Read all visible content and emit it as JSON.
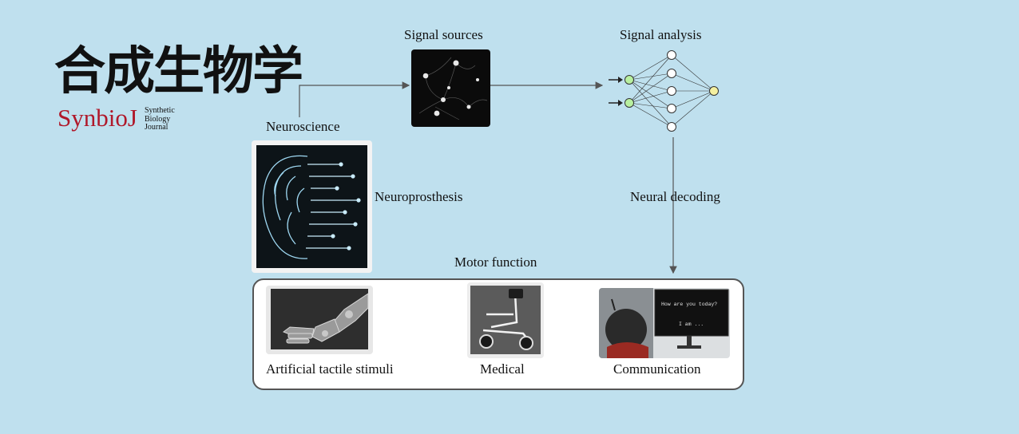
{
  "logo": {
    "chinese": "合成生物学",
    "english": "SynbioJ",
    "subtitle_lines": [
      "Synthetic",
      "Biology",
      "Journal"
    ]
  },
  "labels": {
    "signal_sources": "Signal sources",
    "signal_analysis": "Signal analysis",
    "neuroscience": "Neuroscience",
    "neuroprosthesis": "Neuroprosthesis",
    "neural_decoding": "Neural decoding",
    "motor_function": "Motor function"
  },
  "applications": [
    {
      "label": "Artificial tactile stimuli",
      "icon": "robotic-arm-image"
    },
    {
      "label": "Medical",
      "icon": "wheelchair-image"
    },
    {
      "label": "Communication",
      "icon": "patient-monitor-image"
    }
  ],
  "screen": {
    "line1": "How are you today?",
    "line2": "I am ..."
  },
  "colors": {
    "background": "#bfe0ee",
    "logo_red": "#b0182a",
    "node_green": "#b8f0a0",
    "output_yellow": "#f4f0a0"
  }
}
